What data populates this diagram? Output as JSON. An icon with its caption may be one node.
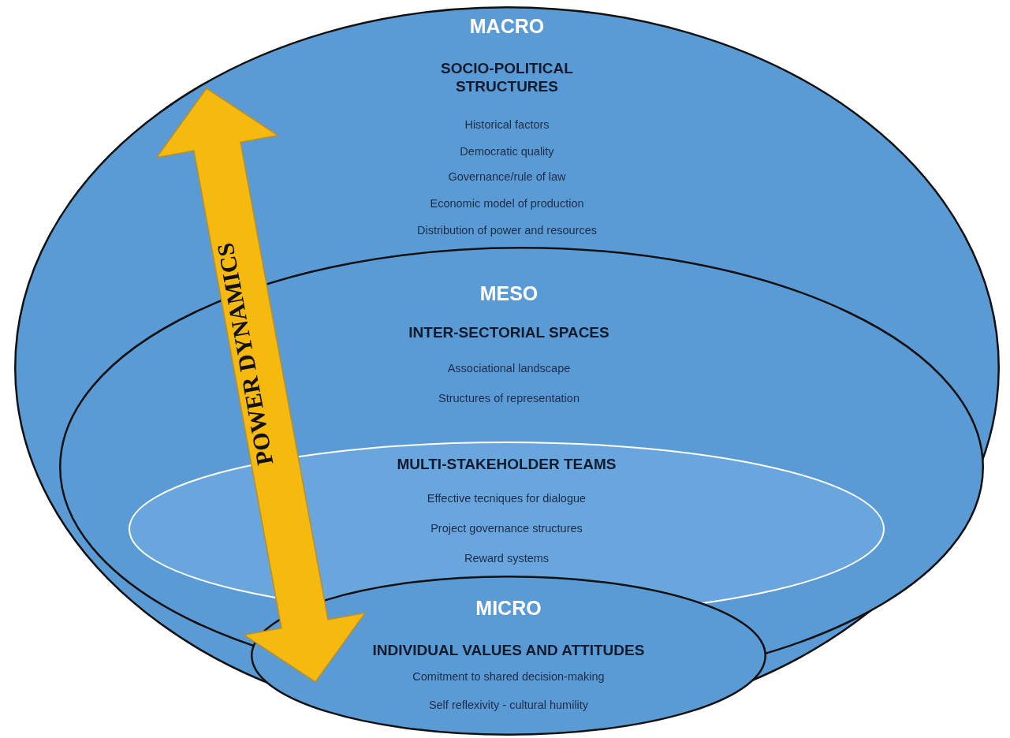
{
  "diagram": {
    "nodes": [
      {
        "text": [
          "MACRO",
          "SOCIO-POLITICAL STRUCTURES",
          "Historical factors",
          "Democratic quality",
          "Governance/rule of law",
          "Economic model of production",
          "Distribution of power and resources"
        ]
      },
      {
        "text": [
          "MESO",
          "INTER-SECTORIAL SPACES",
          "Associational landscape",
          "Structures of representation"
        ],
        "in": 0
      },
      {
        "text": [
          "MULTI-STAKEHOLDER TEAMS",
          "Effective tecniques for dialogue",
          "Project governance structures",
          "Reward systems"
        ],
        "in": 1
      },
      {
        "text": [
          "MICRO",
          "INDIVIDUAL VALUES AND ATTITUDES",
          "Comitment to shared decision-making",
          "Self reflexivity - cultural humility"
        ],
        "in": 0
      },
      {
        "text": [
          "POWER DYNAMICS"
        ],
        "in": 0
      }
    ]
  }
}
